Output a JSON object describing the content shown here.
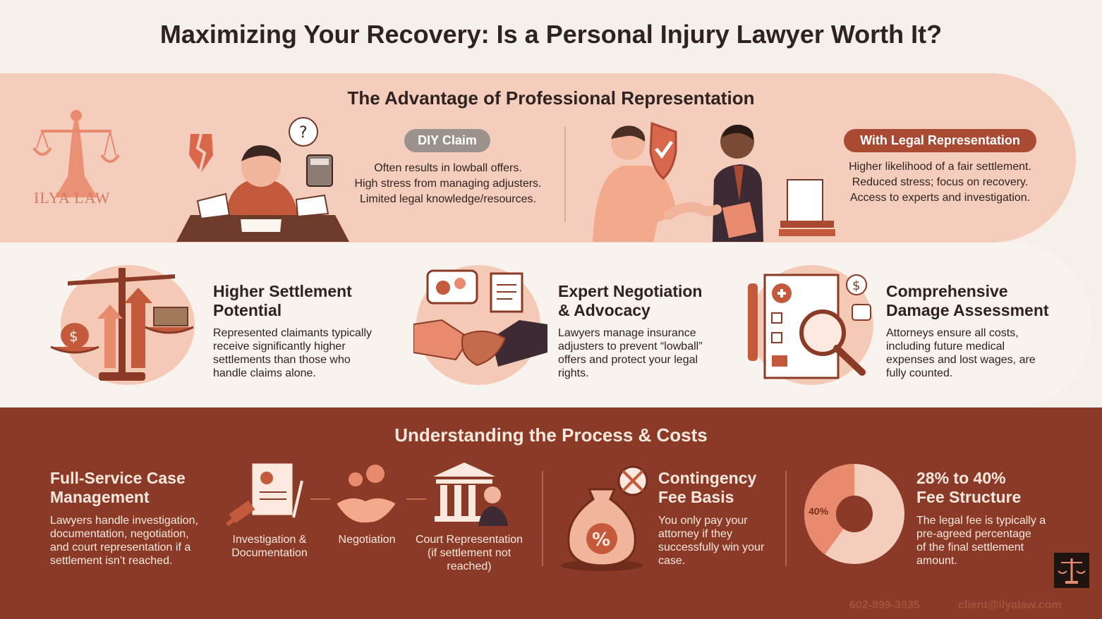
{
  "title": "Maximizing Your Recovery: Is a Personal Injury Lawyer Worth It?",
  "advantage": {
    "heading": "The Advantage of Professional Representation",
    "logo_text": "ILYA LAW",
    "diy": {
      "pill": "DIY Claim",
      "lines": [
        "Often results in lowball offers.",
        "High stress from managing adjusters.",
        "Limited legal knowledge/resources."
      ]
    },
    "legal": {
      "pill": "With Legal Representation",
      "lines": [
        "Higher likelihood of a fair settlement.",
        "Reduced stress; focus on recovery.",
        "Access to experts and investigation."
      ]
    }
  },
  "features": [
    {
      "title_1": "Higher Settlement",
      "title_2": "Potential",
      "text": [
        "Represented claimants typically",
        "receive significantly higher",
        "settlements than those who",
        "handle claims alone."
      ]
    },
    {
      "title_1": "Expert Negotiation",
      "title_2": "& Advocacy",
      "text": [
        "Lawyers manage insurance",
        "adjusters to prevent “lowball”",
        "offers and protect your legal",
        "rights."
      ]
    },
    {
      "title_1": "Comprehensive",
      "title_2": "Damage Assessment",
      "text": [
        "Attorneys ensure all costs,",
        "including future medical",
        "expenses and lost wages, are",
        "fully counted."
      ]
    }
  ],
  "process": {
    "heading": "Understanding the Process & Costs",
    "case_mgmt": {
      "title_1": "Full-Service Case",
      "title_2": "Management",
      "text": [
        "Lawyers handle investigation,",
        "documentation, negotiation,",
        "and court representation if a",
        "settlement isn’t reached."
      ]
    },
    "steps": [
      {
        "line_1": "Investigation &",
        "line_2": "Documentation",
        "line_3": ""
      },
      {
        "line_1": "Negotiation",
        "line_2": "",
        "line_3": ""
      },
      {
        "line_1": "Court Representation",
        "line_2": "(if settlement not",
        "line_3": "reached)"
      }
    ],
    "contingency": {
      "title_1": "Contingency",
      "title_2": "Fee Basis",
      "text": [
        "You only pay your",
        "attorney if they",
        "successfully win your",
        "case."
      ]
    },
    "fee": {
      "title_1": "28% to 40%",
      "title_2": "Fee Structure",
      "text": [
        "The legal fee is typically a",
        "pre-agreed percentage",
        "of the final settlement",
        "amount."
      ],
      "pie_label": "40%",
      "pie_fraction": 0.4
    }
  },
  "contact": {
    "phone": "602-899-3035",
    "email": "client@ilyalaw.com"
  },
  "colors": {
    "rust": "#8a3a26",
    "peach": "#f4cdbd",
    "cream": "#f8f3ee"
  }
}
